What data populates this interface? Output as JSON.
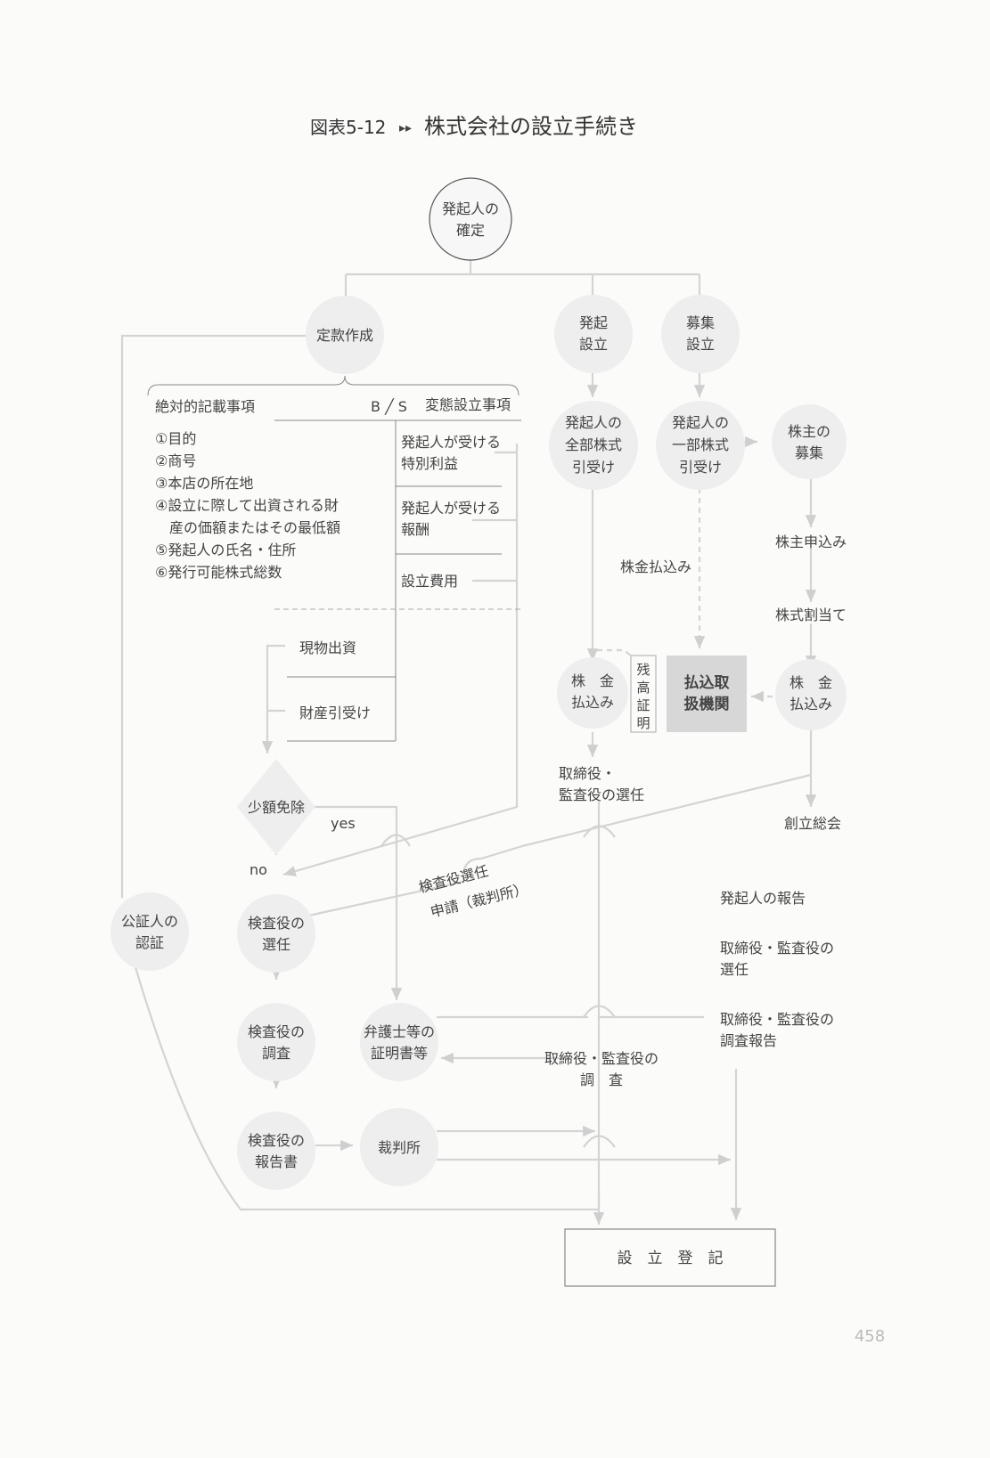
{
  "title": {
    "prefix": "図表5-12",
    "text": "株式会社の設立手続き"
  },
  "nodes": {
    "founder_confirm": [
      "発起人の",
      "確定"
    ],
    "articles": "定款作成",
    "hokki": [
      "発起",
      "設立"
    ],
    "boshu": [
      "募集",
      "設立"
    ],
    "founder_all": [
      "発起人の",
      "全部株式",
      "引受け"
    ],
    "founder_part": [
      "発起人の",
      "一部株式",
      "引受け"
    ],
    "shareholder_recruit": [
      "株主の",
      "募集"
    ],
    "shareholder_apply": "株主申込み",
    "share_allot": "株式割当て",
    "payment_mid": "株金払込み",
    "payment_left": [
      "株　金",
      "払込み"
    ],
    "payment_right": [
      "株　金",
      "払込み"
    ],
    "balance_cert": [
      "残",
      "高",
      "証",
      "明"
    ],
    "bank": [
      "払込取",
      "扱機関"
    ],
    "elect_directors": [
      "取締役・",
      "監査役の選任"
    ],
    "founding_meeting": "創立総会",
    "small_exempt": "少額免除",
    "yes": "yes",
    "no": "no",
    "notary": [
      "公証人の",
      "認証"
    ],
    "inspector_elect": [
      "検査役の",
      "選任"
    ],
    "inspector_appeal": [
      "検査役選任",
      "申請（裁判所）"
    ],
    "inspector_survey": [
      "検査役の",
      "調査"
    ],
    "lawyer_cert": [
      "弁護士等の",
      "証明書等"
    ],
    "inspector_report": [
      "検査役の",
      "報告書"
    ],
    "court": "裁判所",
    "director_survey": [
      "取締役・監査役の",
      "調　査"
    ],
    "founder_report": "発起人の報告",
    "elect_dir2": [
      "取締役・監査役の",
      "選任"
    ],
    "dir_survey_report": [
      "取締役・監査役の",
      "調査報告"
    ],
    "registration": "設　立　登　記"
  },
  "table": {
    "absolute_header": "絶対的記載事項",
    "bs": "B ╱ S",
    "variable_header": "変態設立事項",
    "absolute_items": [
      "①目的",
      "②商号",
      "③本店の所在地",
      "④設立に際して出資される財",
      "　産の価額またはその最低額",
      "⑤発起人の氏名・住所",
      "⑥発行可能株式総数"
    ],
    "variable_items": [
      [
        "発起人が受ける",
        "特別利益"
      ],
      [
        "発起人が受ける",
        "報酬"
      ],
      [
        "設立費用"
      ]
    ],
    "lower_items": [
      "現物出資",
      "財産引受け"
    ]
  },
  "page_number": "458"
}
